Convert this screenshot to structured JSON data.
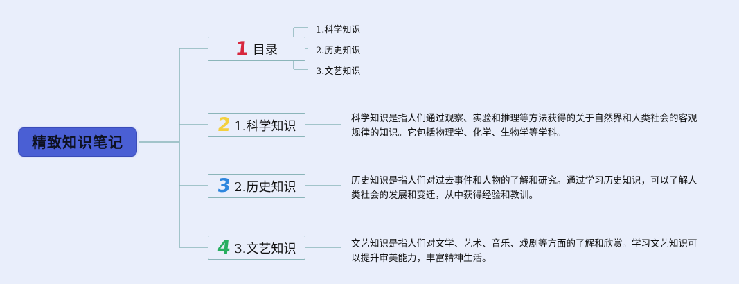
{
  "root": {
    "title": "精致知识笔记",
    "color": "#4a5fd4"
  },
  "branches": [
    {
      "number": "1",
      "number_color": "#d7263d",
      "label": "目录"
    },
    {
      "number": "2",
      "number_color": "#f4d03f",
      "label": "1.科学知识"
    },
    {
      "number": "3",
      "number_color": "#2e86de",
      "label": "2.历史知识"
    },
    {
      "number": "4",
      "number_color": "#27ae60",
      "label": "3.文艺知识"
    }
  ],
  "toc_items": [
    "1.科学知识",
    "2.历史知识",
    "3.文艺知识"
  ],
  "descriptions": [
    "科学知识是指人们通过观察、实验和推理等方法获得的关于自然界和人类社会的客观规律的知识。它包括物理学、化学、生物学等学科。",
    "历史知识是指人们对过去事件和人物的了解和研究。通过学习历史知识，可以了解人类社会的发展和变迁，从中获得经验和教训。",
    "文艺知识是指人们对文学、艺术、音乐、戏剧等方面的了解和欣赏。学习文艺知识可以提升审美能力，丰富精神生活。"
  ],
  "line_color": "#8bb5b9",
  "background": "#e9eefb"
}
